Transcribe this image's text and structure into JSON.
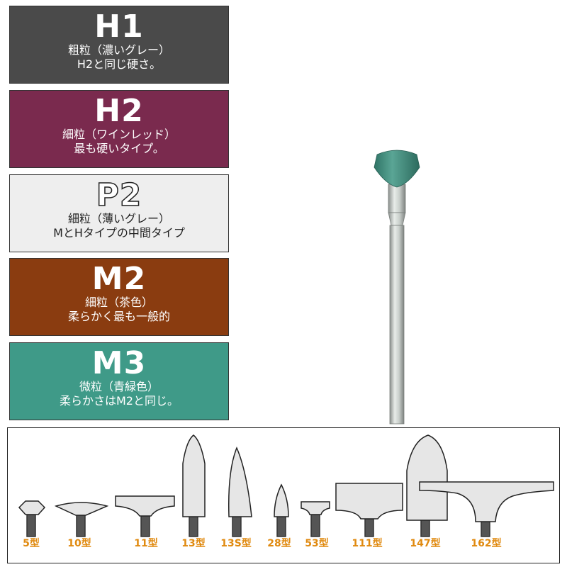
{
  "grades": [
    {
      "code": "H1",
      "line1": "粗粒（濃いグレー）",
      "line2": "H2と同じ硬さ。",
      "color": "#4a4a4a"
    },
    {
      "code": "H2",
      "line1": "細粒（ワインレッド）",
      "line2": "最も硬いタイプ。",
      "color": "#7a2a4e"
    },
    {
      "code": "P2",
      "line1": "細粒（薄いグレー）",
      "line2": "MとHタイプの中間タイプ",
      "color": "#eeeeee"
    },
    {
      "code": "M2",
      "line1": "細粒（茶色）",
      "line2": "柔らかく最も一般的",
      "color": "#8a3c10"
    },
    {
      "code": "M3",
      "line1": "微粒（青緑色）",
      "line2": "柔らかさはM2と同じ。",
      "color": "#3f9a88"
    }
  ],
  "shapes": [
    {
      "label": "5型",
      "icon": "disc-point-head"
    },
    {
      "label": "10型",
      "icon": "wide-disc-head"
    },
    {
      "label": "11型",
      "icon": "flat-top-head"
    },
    {
      "label": "13型",
      "icon": "tall-bullet-head"
    },
    {
      "label": "13S型",
      "icon": "pointed-flame-head"
    },
    {
      "label": "28型",
      "icon": "small-flame-head"
    },
    {
      "label": "53型",
      "icon": "small-flat-head"
    },
    {
      "label": "111型",
      "icon": "concave-block-head"
    },
    {
      "label": "147型",
      "icon": "large-bullet-head"
    },
    {
      "label": "162型",
      "icon": "wide-flare-head"
    }
  ],
  "colors": {
    "label": "#e08a10",
    "shape_fill": "#e6e6e6",
    "shank": "#555555",
    "bur_head": "#3f8f80"
  }
}
